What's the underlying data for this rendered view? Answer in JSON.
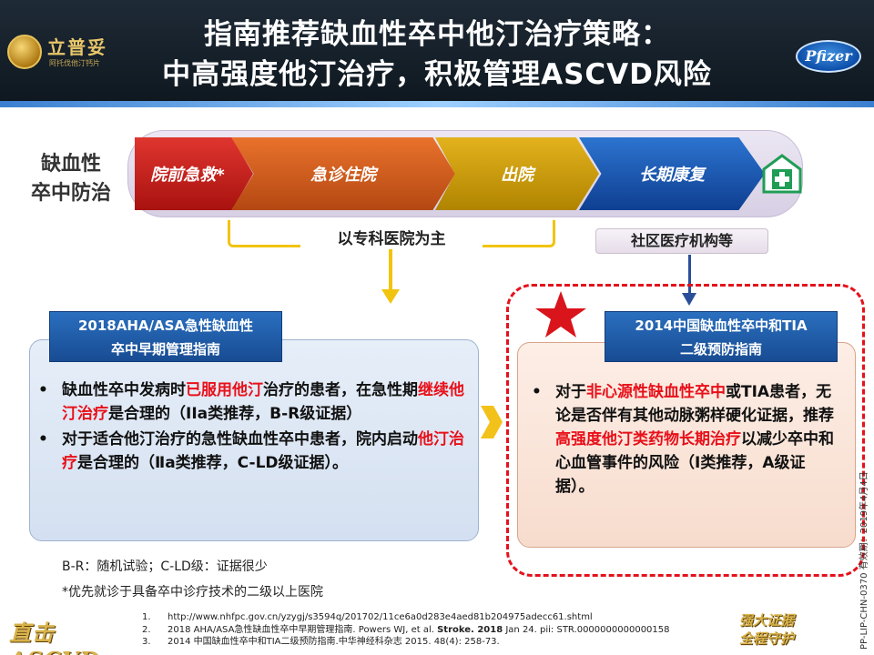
{
  "header": {
    "title_line1": "指南推荐缺血性卒中他汀治疗策略：",
    "title_line2": "中高强度他汀治疗，积极管理ASCVD风险",
    "left_logo_name": "立普妥",
    "left_logo_sub": "阿托伐他汀钙片",
    "right_logo": "Pfizer"
  },
  "side_label": {
    "line1": "缺血性",
    "line2": "卒中防治"
  },
  "process": {
    "steps": [
      "院前急救*",
      "急诊住院",
      "出院",
      "长期康复"
    ],
    "colors": [
      "#c71f1b",
      "#d25c1e",
      "#d4a20e",
      "#1f5cb4"
    ]
  },
  "bracket_label": "以专科医院为主",
  "community_label": "社区医疗机构等",
  "left_panel": {
    "header_line1": "2018AHA/ASA急性缺血性",
    "header_line2": "卒中早期管理指南",
    "b1": {
      "p1": "缺血性卒中发病时",
      "r1": "已服用他汀",
      "p2": "治疗的患者，在急性期",
      "r2": "继续他汀治疗",
      "p3": "是合理的（IIa类推荐，B-R级证据）"
    },
    "b2": {
      "p1": "对于适合他汀治疗的急性缺血性卒中患者，院内启动",
      "r1": "他汀治疗",
      "p2": "是合理的（Ⅱa类推荐，C-LD级证据）。"
    }
  },
  "right_panel": {
    "header_line1": "2014中国缺血性卒中和TIA",
    "header_line2": "二级预防指南",
    "b1": {
      "p1": "对于",
      "r1": "非心源性缺血性卒中",
      "p2": "或TIA患者，无论是否伴有其他动脉粥样硬化证据，推荐",
      "r2": "高强度他汀类药物长期治疗",
      "p3": "以减少卒中和心血管事件的风险（Ⅰ类推荐，A级证据）。"
    }
  },
  "bullet_char": "•",
  "notes": {
    "n1": "B-R：随机试验；C-LD级：证据很少",
    "n2": "*优先就诊于具备卒中诊疗技术的二级以上医院"
  },
  "references": [
    {
      "num": "1.",
      "text": "http://www.nhfpc.gov.cn/yzygj/s3594q/201702/11ce6a0d283e4aed81b204975adecc61.shtml"
    },
    {
      "num": "2.",
      "pre": "2018 AHA/ASA急性缺血性卒中早期管理指南. Powers WJ, et al. ",
      "bold": "Stroke. 2018",
      "post": " Jan 24. pii: STR.0000000000000158"
    },
    {
      "num": "3.",
      "text": "2014 中国缺血性卒中和TIA二级预防指南.中华神经科杂志 2015. 48(4): 258-73."
    }
  ],
  "bottom_left_logo": "直击ASCVD",
  "bottom_right_logo": {
    "line1": "强大证据",
    "line2": "全程守护"
  },
  "vertical_code": "PP-LIP-CHN-0370 有效期：2019年4月4日"
}
